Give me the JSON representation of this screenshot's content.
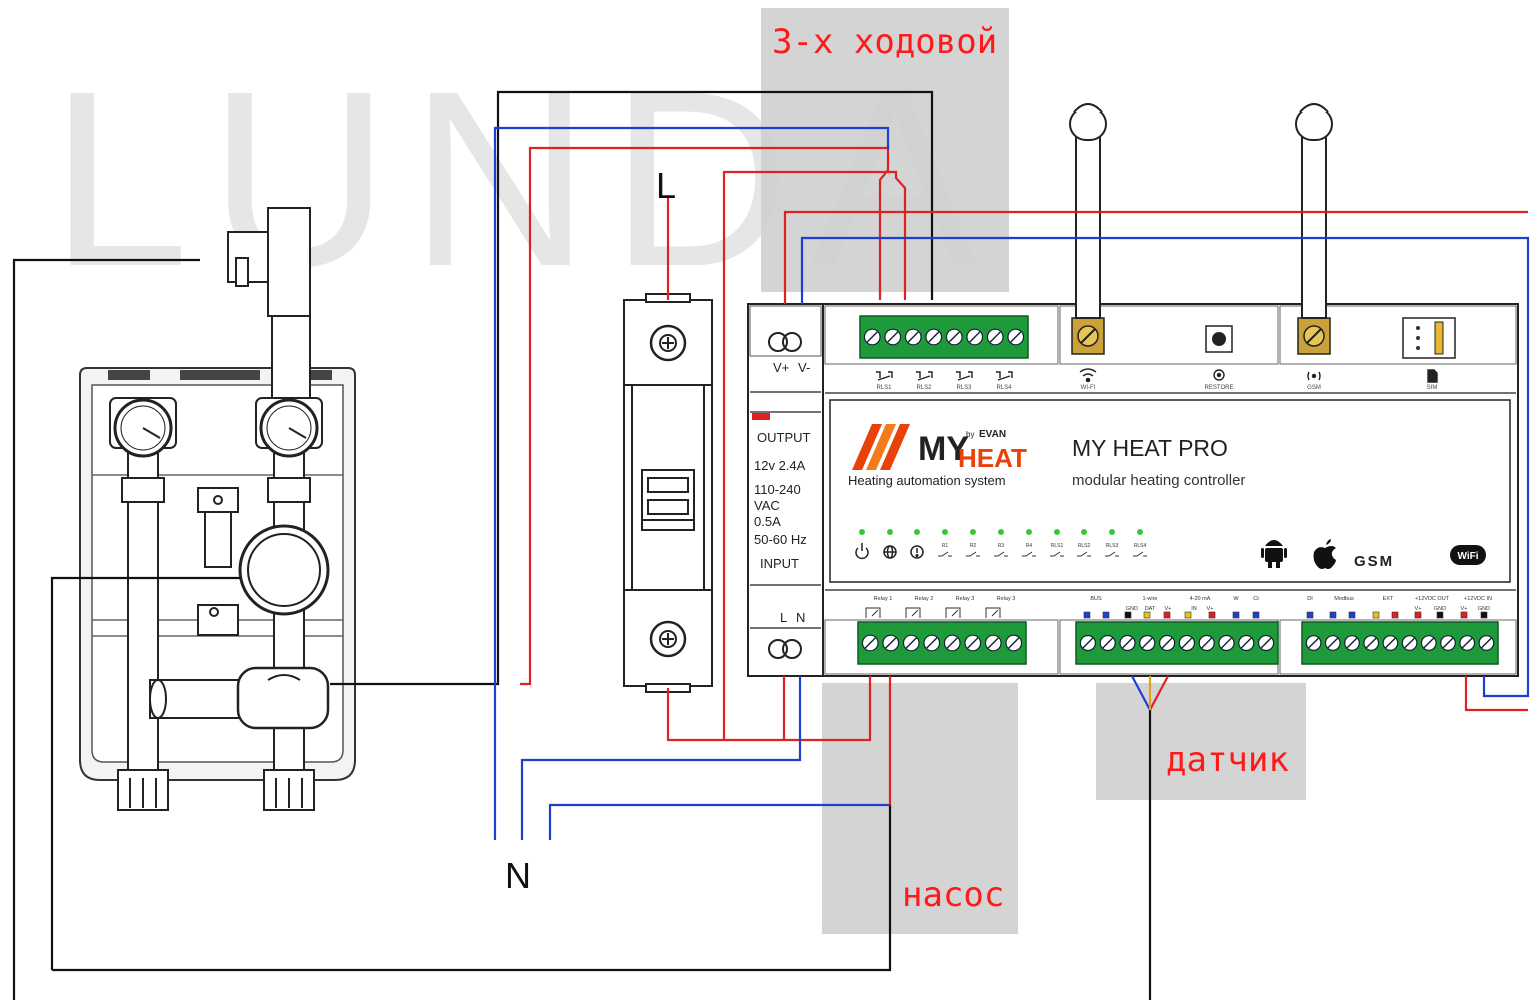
{
  "watermark": {
    "text": "LUNDA"
  },
  "annotations": {
    "valve": "3-х ходовой",
    "sensor": "датчик",
    "pump": "насос"
  },
  "supply": {
    "line": "L",
    "neutral": "N"
  },
  "controller": {
    "brand": "MY",
    "brand_heat": "HEAT",
    "brand_by": "by",
    "brand_evan": "EVAN",
    "tagline": "Heating automation system",
    "model": "MY HEAT PRO",
    "subtitle": "modular heating controller",
    "top_relay_labels": [
      "RLS1",
      "RLS2",
      "RLS3",
      "RLS4"
    ],
    "top_labels": [
      "WI-FI",
      "RESTORE",
      "GSM",
      "SIM"
    ],
    "led_labels": [
      "R1",
      "R2",
      "R3",
      "R4",
      "RLS1",
      "RLS2",
      "RLS3",
      "RLS4"
    ],
    "bottom_relay_labels": [
      "Relay 1",
      "Relay 2",
      "Relay 3",
      "Relay 3"
    ],
    "mid_labels": [
      "BUS",
      "1-wire",
      "4-20 mA",
      "W",
      "Ct"
    ],
    "mid_sub": [
      "GND",
      "DAT",
      "V+",
      "IN",
      "V+"
    ],
    "right_labels": [
      "DI",
      "Modbus",
      "EXT",
      "+12VDC OUT",
      "+12VDC IN"
    ],
    "right_sub": [
      "V+",
      "GND",
      "V+",
      "GND"
    ],
    "gsm": "GSM",
    "wifi": "WiFi"
  },
  "psu": {
    "vplus": "V+",
    "vminus": "V-",
    "output": "OUTPUT",
    "rating": "12v 2.4A",
    "voltage": "110-240",
    "vac": "VAC",
    "current": "0.5A",
    "freq": "50-60 Hz",
    "input": "INPUT",
    "l": "L",
    "n": "N"
  },
  "colors": {
    "red_wire": "#dd2222",
    "blue_wire": "#1f3fd1",
    "black_wire": "#111111",
    "annotation": "#ff1a1a",
    "terminal_green": "#1f9a3a",
    "annotation_bg": "#cccccc"
  }
}
